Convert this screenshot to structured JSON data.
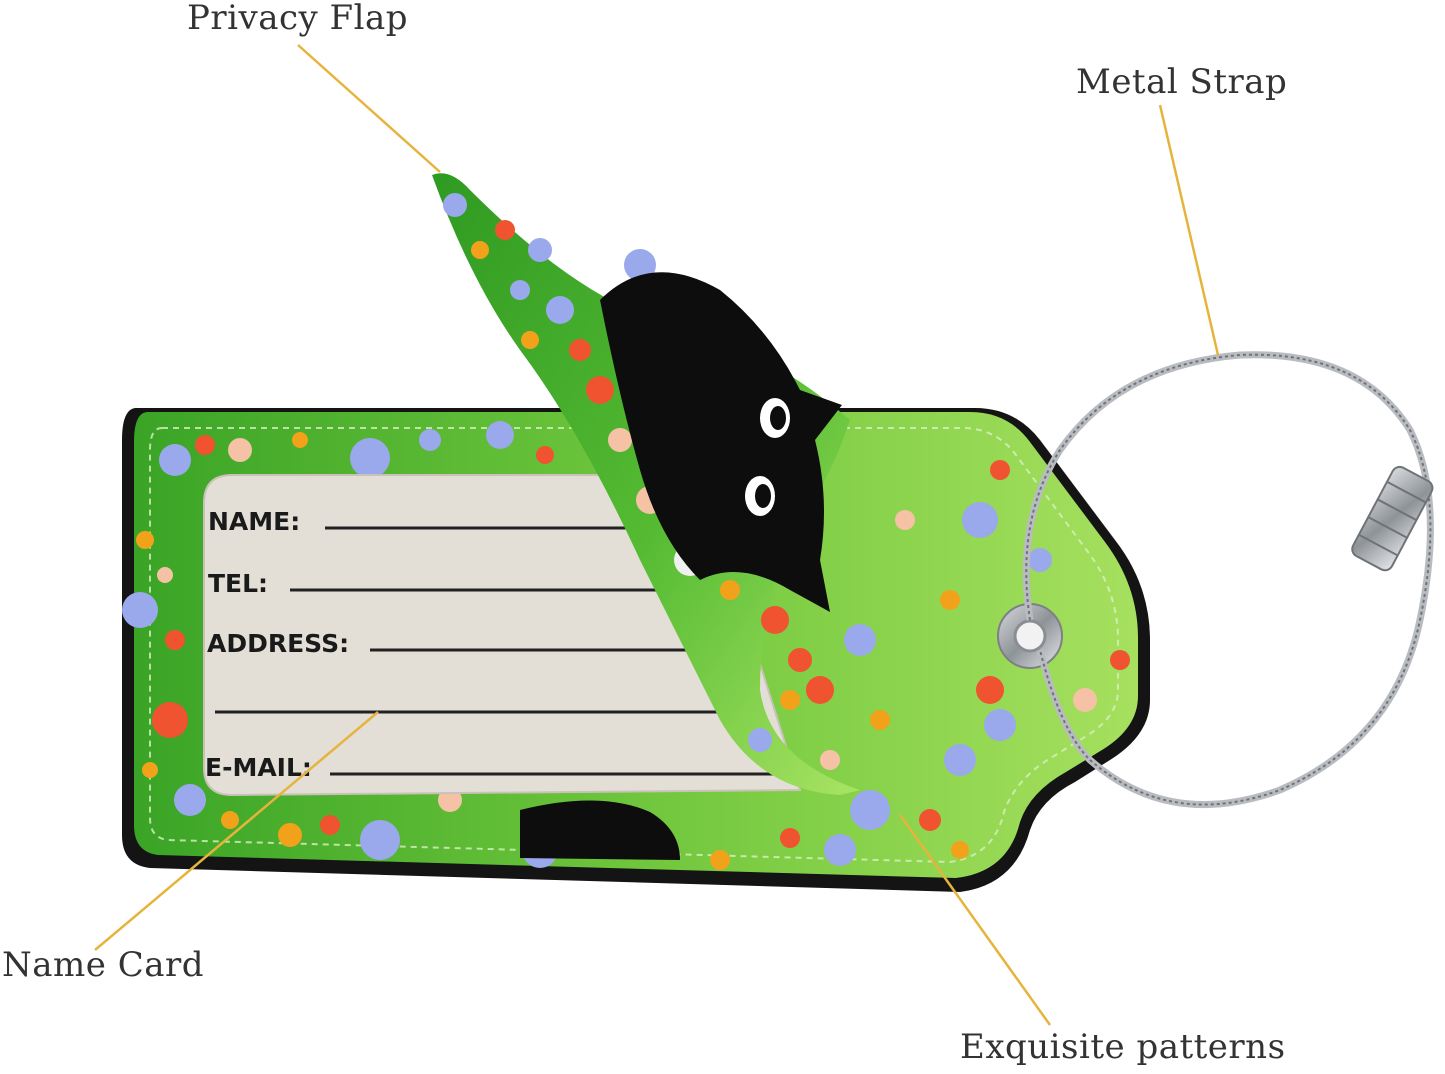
{
  "callouts": {
    "privacy_flap": "Privacy Flap",
    "metal_strap": "Metal Strap",
    "name_card": "Name Card",
    "exquisite_patterns": "Exquisite patterns"
  },
  "name_card": {
    "fields": [
      "NAME:",
      "TEL:",
      "ADDRESS:",
      "E-MAIL:"
    ]
  },
  "colors": {
    "leader_line": "#e6b43c",
    "tag_green": "#3fa82a",
    "tag_light_green": "#9ee05a",
    "card_fill": "#e3dfd7",
    "cat": "#0d0d0d",
    "flower_blue": "#9aa8ec",
    "flower_red": "#f0532f",
    "flower_peach": "#f6c2a6",
    "flower_orange": "#f2a21a",
    "ring": "#b8bcc0"
  }
}
